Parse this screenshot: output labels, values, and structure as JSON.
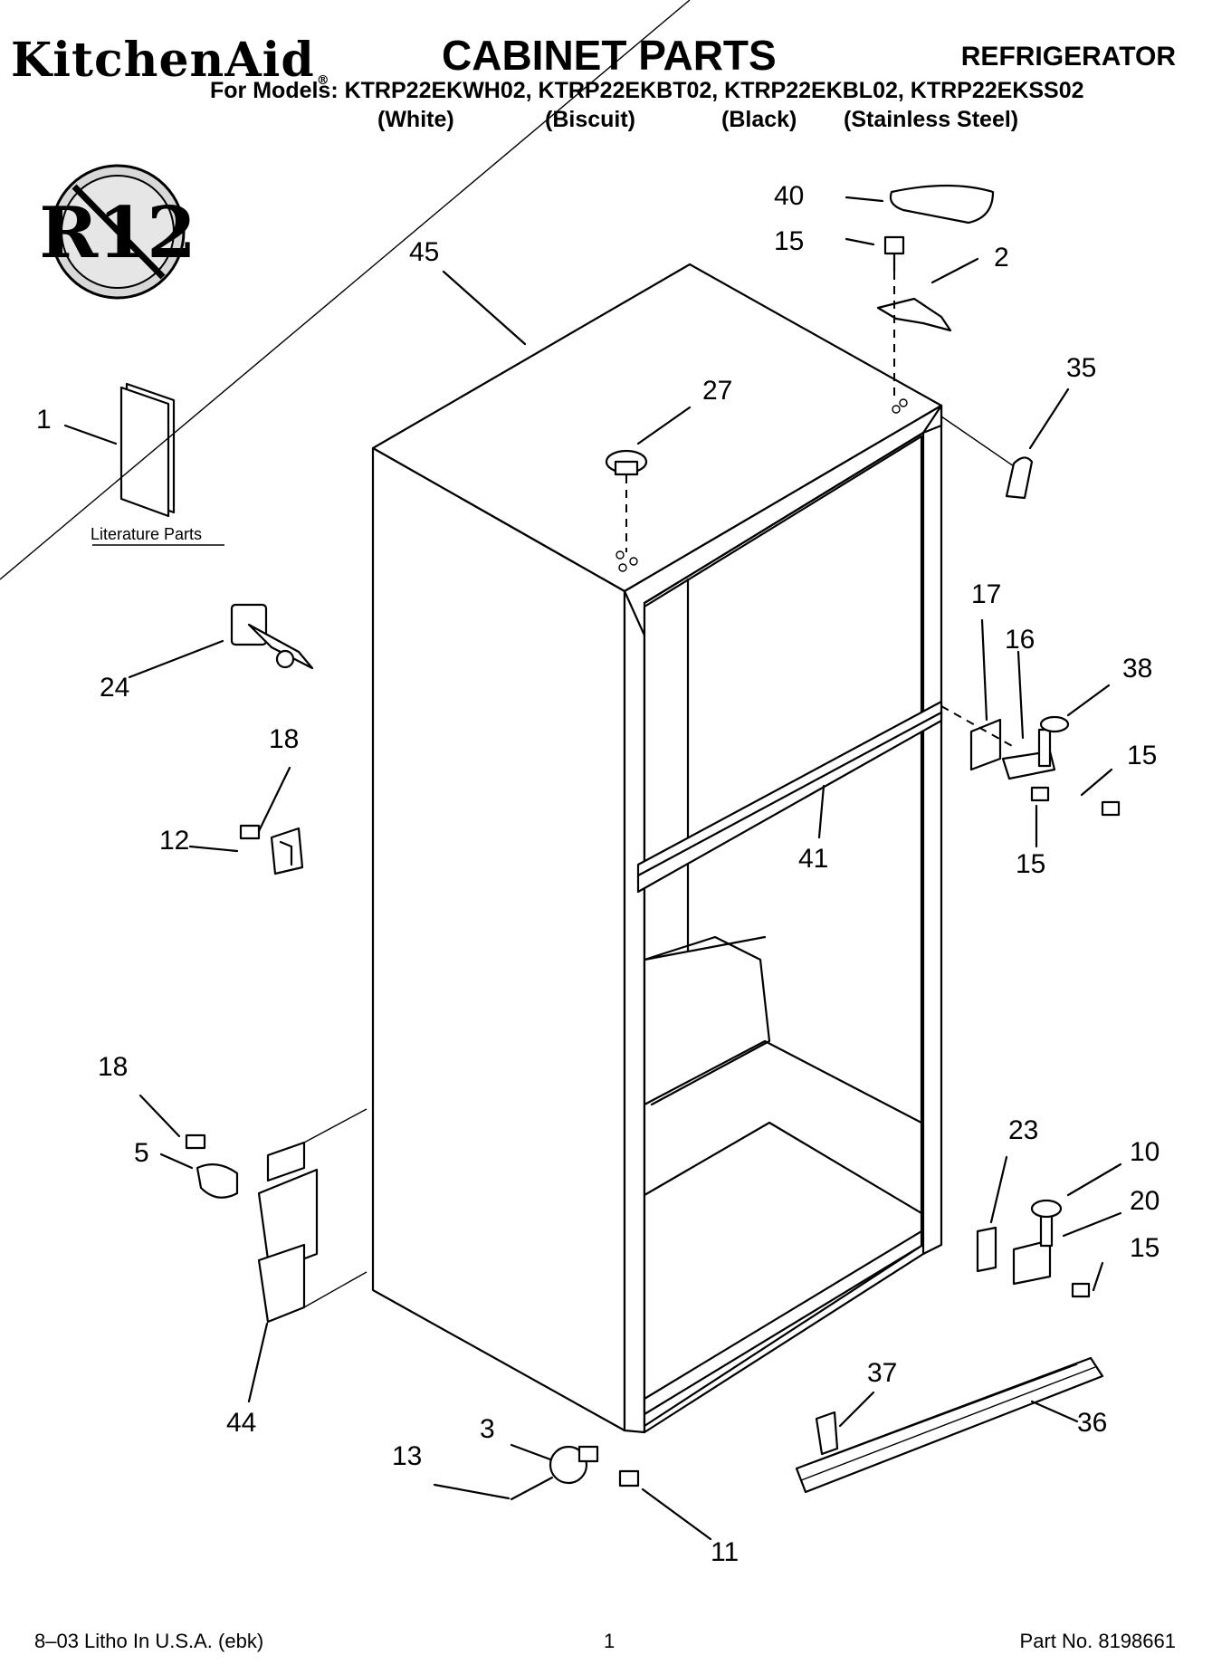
{
  "header": {
    "brand": "KitchenAid",
    "brand_mark": "®",
    "title": "CABINET PARTS",
    "category": "REFRIGERATOR",
    "models": "For Models: KTRP22EKWH02, KTRP22EKBT02, KTRP22EKBL02, KTRP22EKSS02",
    "variants": [
      "(White)",
      "(Biscuit)",
      "(Black)",
      "(Stainless Steel)"
    ]
  },
  "badge": {
    "text": "R12"
  },
  "literature_label": "Literature Parts",
  "callouts": [
    "40",
    "15",
    "2",
    "45",
    "35",
    "27",
    "1",
    "17",
    "16",
    "38",
    "24",
    "15",
    "18",
    "12",
    "41",
    "15",
    "18",
    "23",
    "10",
    "5",
    "20",
    "15",
    "37",
    "44",
    "36",
    "3",
    "13",
    "11"
  ],
  "footer": {
    "litho": "8–03 Litho In U.S.A. (ebk)",
    "page": "1",
    "part_no": "Part No. 8198661"
  }
}
